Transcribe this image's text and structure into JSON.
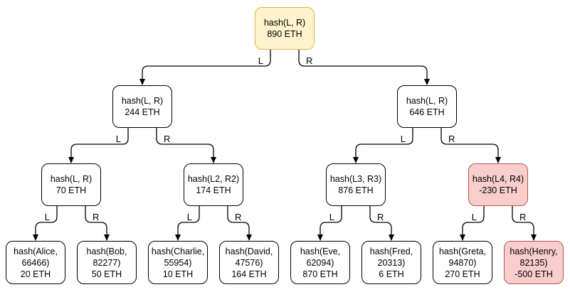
{
  "diagram_type": "merkle-hash-tree",
  "colors": {
    "node_fill": "#ffffff",
    "node_stroke": "#000000",
    "root_fill": "#fff2cc",
    "root_stroke": "#d6b656",
    "negative_fill": "#f8cecc",
    "negative_stroke": "#b85450",
    "edge": "#000000",
    "background": "#ffffff"
  },
  "nodes": {
    "root": {
      "label": "hash(L, R)\n890 ETH",
      "style": "accent"
    },
    "n244": {
      "label": "hash(L, R)\n244 ETH",
      "style": "default"
    },
    "n646": {
      "label": "hash(L, R)\n646 ETH",
      "style": "default"
    },
    "n70": {
      "label": "hash(L, R)\n70 ETH",
      "style": "default"
    },
    "n174": {
      "label": "hash(L2, R2)\n174 ETH",
      "style": "default"
    },
    "n876": {
      "label": "hash(L3, R3)\n876 ETH",
      "style": "default"
    },
    "nL4R4": {
      "label": "hash(L4, R4)\n-230 ETH",
      "style": "negative"
    },
    "alice": {
      "label": "hash(Alice,\n66466)\n20 ETH",
      "style": "default"
    },
    "bob": {
      "label": "hash(Bob,\n82277)\n50 ETH",
      "style": "default"
    },
    "charlie": {
      "label": "hash(Charlie,\n55954)\n10 ETH",
      "style": "default"
    },
    "david": {
      "label": "hash(David,\n47576)\n164 ETH",
      "style": "default"
    },
    "eve": {
      "label": "hash(Eve,\n62094)\n870 ETH",
      "style": "default"
    },
    "fred": {
      "label": "hash(Fred,\n20313)\n6 ETH",
      "style": "default"
    },
    "greta": {
      "label": "hash(Greta,\n94870)\n270 ETH",
      "style": "default"
    },
    "henry": {
      "label": "hash(Henry,\n82135)\n-500 ETH",
      "style": "negative"
    }
  },
  "edges": [
    {
      "from": "root",
      "to": "n244",
      "label": "L"
    },
    {
      "from": "root",
      "to": "n646",
      "label": "R"
    },
    {
      "from": "n244",
      "to": "n70",
      "label": "L"
    },
    {
      "from": "n244",
      "to": "n174",
      "label": "R"
    },
    {
      "from": "n646",
      "to": "n876",
      "label": "L"
    },
    {
      "from": "n646",
      "to": "nL4R4",
      "label": "R"
    },
    {
      "from": "n70",
      "to": "alice",
      "label": "L"
    },
    {
      "from": "n70",
      "to": "bob",
      "label": "R"
    },
    {
      "from": "n174",
      "to": "charlie",
      "label": "L"
    },
    {
      "from": "n174",
      "to": "david",
      "label": "R"
    },
    {
      "from": "n876",
      "to": "eve",
      "label": "L"
    },
    {
      "from": "n876",
      "to": "fred",
      "label": "R"
    },
    {
      "from": "nL4R4",
      "to": "greta",
      "label": "L"
    },
    {
      "from": "nL4R4",
      "to": "henry",
      "label": "R"
    }
  ]
}
